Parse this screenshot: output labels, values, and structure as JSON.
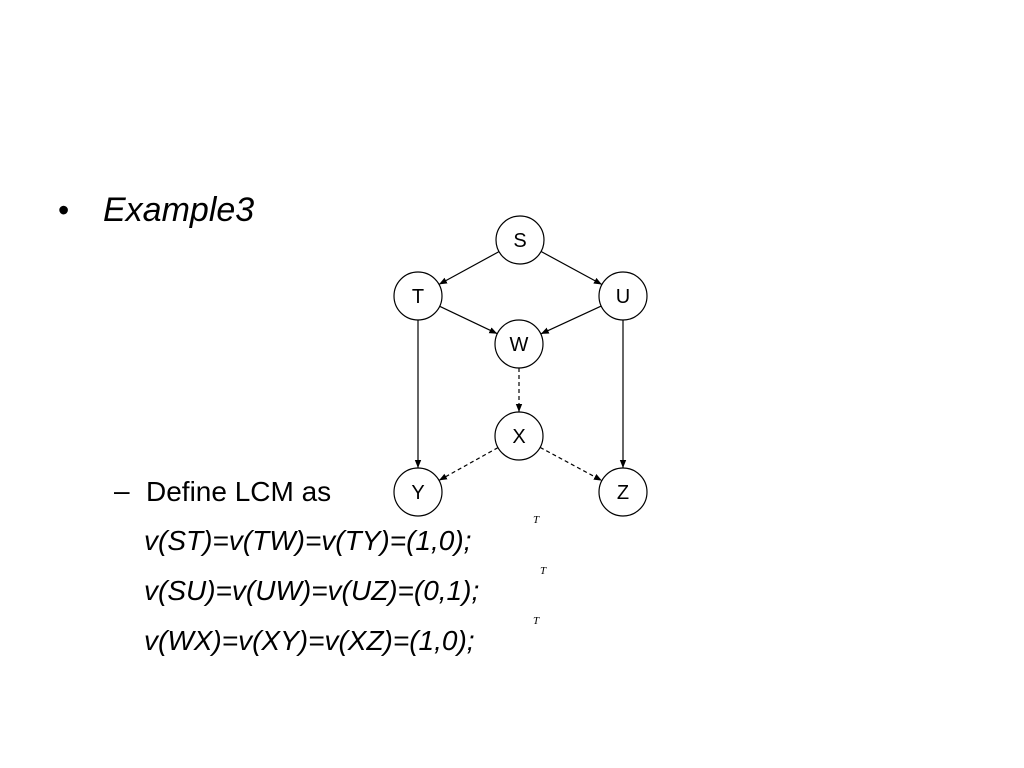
{
  "slide": {
    "bullet": "•",
    "title": "Example3",
    "sub_dash": "–",
    "sub_text": "Define LCM as",
    "formulas": [
      {
        "text": "v(ST)=v(TW)=v(TY)=(1,0);",
        "sup": "T"
      },
      {
        "text": "v(SU)=v(UW)=v(UZ)=(0,1);",
        "sup": "T"
      },
      {
        "text": "v(WX)=v(XY)=v(XZ)=(1,0);",
        "sup": "T"
      }
    ]
  },
  "diagram": {
    "nodes": {
      "S": "S",
      "T": "T",
      "U": "U",
      "W": "W",
      "X": "X",
      "Y": "Y",
      "Z": "Z"
    },
    "edges": [
      {
        "from": "S",
        "to": "T",
        "style": "solid"
      },
      {
        "from": "S",
        "to": "U",
        "style": "solid"
      },
      {
        "from": "T",
        "to": "W",
        "style": "solid"
      },
      {
        "from": "U",
        "to": "W",
        "style": "solid"
      },
      {
        "from": "T",
        "to": "Y",
        "style": "solid"
      },
      {
        "from": "U",
        "to": "Z",
        "style": "solid"
      },
      {
        "from": "W",
        "to": "X",
        "style": "dashed"
      },
      {
        "from": "X",
        "to": "Y",
        "style": "dashed"
      },
      {
        "from": "X",
        "to": "Z",
        "style": "dashed"
      }
    ]
  }
}
